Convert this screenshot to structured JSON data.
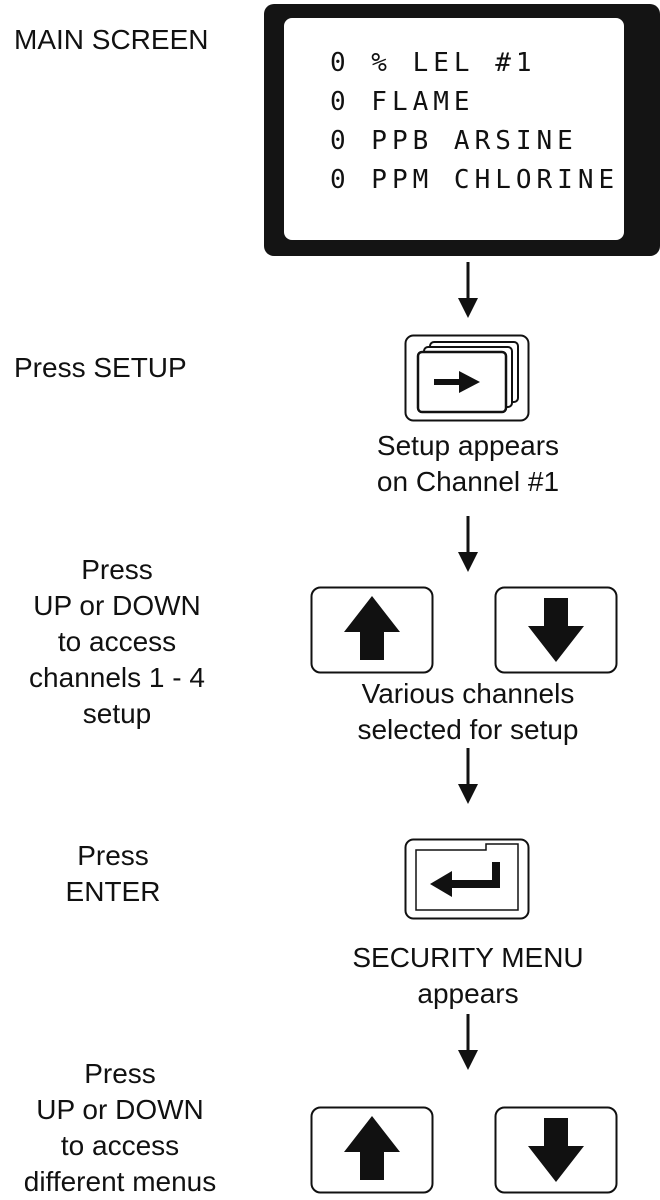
{
  "left_labels": {
    "main_screen": "MAIN SCREEN",
    "press_setup": "Press SETUP",
    "press_updown_1": [
      "Press",
      "UP or DOWN",
      "to access",
      "channels 1 - 4",
      "setup"
    ],
    "press_enter": [
      "Press",
      "ENTER"
    ],
    "press_updown_2": [
      "Press",
      "UP or DOWN",
      "to access",
      "different menus"
    ]
  },
  "lcd_lines": [
    "0 % LEL #1",
    "0 FLAME",
    "0 PPB ARSINE",
    "0 PPM CHLORINE"
  ],
  "results": {
    "setup_appears": [
      "Setup appears",
      "on Channel #1"
    ],
    "various_channels": [
      "Various channels",
      "selected for setup"
    ],
    "security_menu": [
      "SECURITY MENU",
      "appears"
    ]
  },
  "keys": {
    "setup": "setup-key-icon",
    "up": "up-arrow-icon",
    "down": "down-arrow-icon",
    "enter": "enter-key-icon"
  },
  "colors": {
    "ink": "#111111",
    "lcd_bezel": "#141414"
  }
}
